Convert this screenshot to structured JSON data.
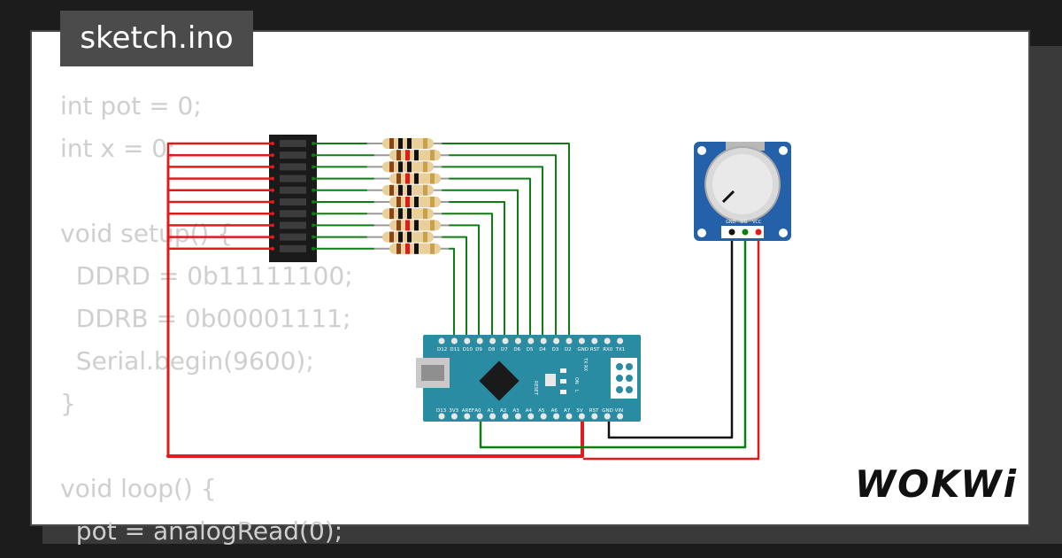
{
  "file": {
    "name": "sketch.ino"
  },
  "code_lines": [
    "int pot = 0;",
    "int x = 0;",
    "",
    "void setup() {",
    "  DDRD = 0b11111100;",
    "  DDRB = 0b00001111;",
    "  Serial.begin(9600);",
    "}",
    "",
    "void loop() {",
    "  pot = analogRead(0);"
  ],
  "brand": {
    "logo_text": "WOKWi"
  },
  "board": {
    "top_pins": [
      "D12",
      "D11",
      "D10",
      "D9",
      "D8",
      "D7",
      "D6",
      "D5",
      "D4",
      "D3",
      "D2",
      "GND",
      "RST",
      "RX0",
      "TX1"
    ],
    "bottom_pins": [
      "D13",
      "3V3",
      "AREF",
      "A0",
      "A1",
      "A2",
      "A3",
      "A4",
      "A5",
      "A6",
      "A7",
      "5V",
      "RST",
      "GND",
      "VIN"
    ],
    "labels": {
      "reset": "RESET",
      "on": "ON",
      "l": "L",
      "txrx": "TX RX"
    }
  },
  "potentiometer": {
    "pins": [
      "GND",
      "SIG",
      "VCC"
    ]
  },
  "colors": {
    "board": "#2a8ca3",
    "pot_board": "#2461a8",
    "wire_red": "#e01b1b",
    "wire_green": "#0e7d13",
    "wire_black": "#111111",
    "code_text": "#cfcfcf"
  }
}
